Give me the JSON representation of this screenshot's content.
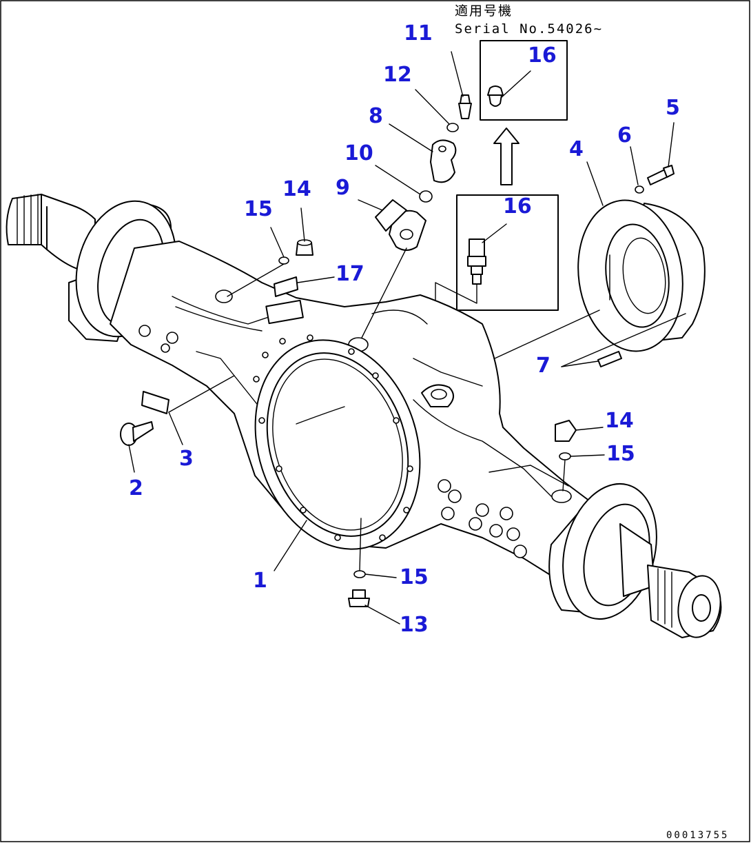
{
  "note": {
    "line1": "適用号機",
    "line2": "Serial No.54026~"
  },
  "callouts": [
    {
      "id": "1",
      "text": "1"
    },
    {
      "id": "2",
      "text": "2"
    },
    {
      "id": "3",
      "text": "3"
    },
    {
      "id": "4",
      "text": "4"
    },
    {
      "id": "5",
      "text": "5"
    },
    {
      "id": "6",
      "text": "6"
    },
    {
      "id": "7",
      "text": "7"
    },
    {
      "id": "8",
      "text": "8"
    },
    {
      "id": "9",
      "text": "9"
    },
    {
      "id": "10",
      "text": "10"
    },
    {
      "id": "11",
      "text": "11"
    },
    {
      "id": "12",
      "text": "12"
    },
    {
      "id": "13",
      "text": "13"
    },
    {
      "id": "14a",
      "text": "14"
    },
    {
      "id": "14b",
      "text": "14"
    },
    {
      "id": "15a",
      "text": "15"
    },
    {
      "id": "15b",
      "text": "15"
    },
    {
      "id": "15c",
      "text": "15"
    },
    {
      "id": "16a",
      "text": "16"
    },
    {
      "id": "16b",
      "text": "16"
    },
    {
      "id": "17",
      "text": "17"
    }
  ],
  "drawing_number": "00013755",
  "colors": {
    "callout": "#1a1ad6",
    "line": "#000000",
    "background": "#ffffff"
  }
}
